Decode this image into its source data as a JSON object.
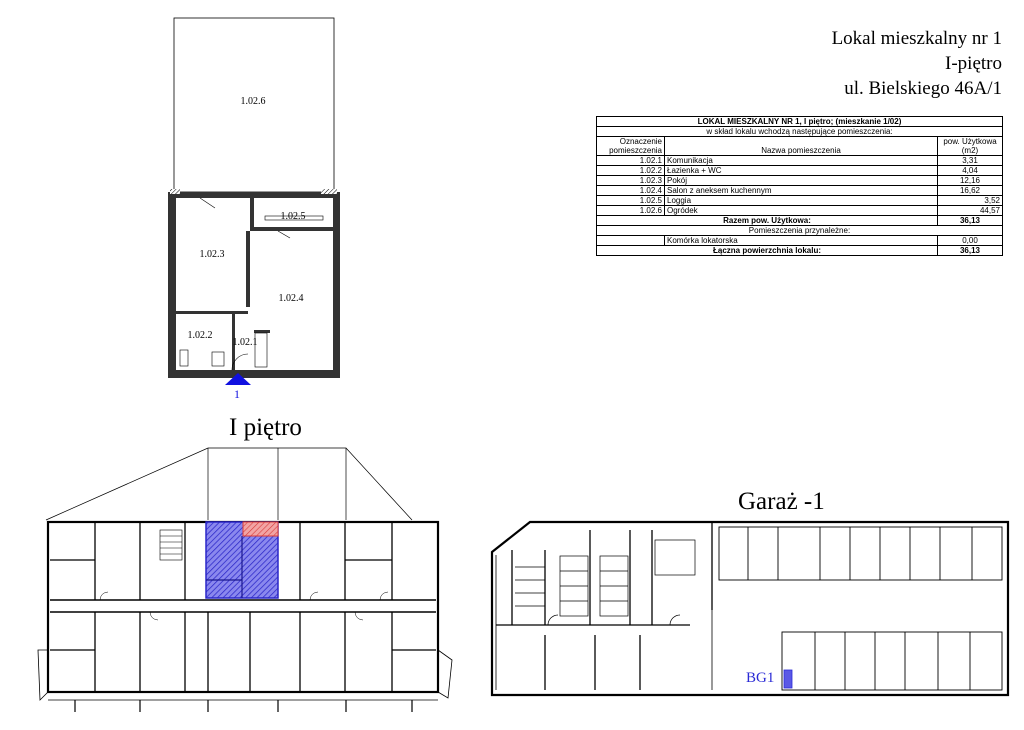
{
  "header": {
    "line1": "Lokal mieszkalny nr 1",
    "line2": "I-piętro",
    "line3": "ul. Bielskiego 46A/1"
  },
  "table": {
    "title": "LOKAL MIESZKALNY NR 1, I piętro; (mieszkanie 1/02)",
    "subtitle": "w skład lokalu wchodzą następujące pomieszczenia:",
    "col1_line1": "Oznaczenie",
    "col1_line2": "pomieszczenia",
    "col2": "Nazwa pomieszczenia",
    "col3_line1": "pow. Użytkowa",
    "col3_line2": "(m2)",
    "rows": [
      {
        "id": "1.02.1",
        "name": "Komunikacja",
        "area": "3,31"
      },
      {
        "id": "1.02.2",
        "name": "Łazienka + WC",
        "area": "4,04"
      },
      {
        "id": "1.02.3",
        "name": "Pokój",
        "area": "12,16"
      },
      {
        "id": "1.02.4",
        "name": "Salon z aneksem kuchennym",
        "area": "16,62"
      },
      {
        "id": "1.02.5",
        "name": "Loggia",
        "area": "3,52"
      },
      {
        "id": "1.02.6",
        "name": "Ogródek",
        "area": "44,57"
      }
    ],
    "total_label": "Razem pow. Użytkowa:",
    "total_value": "36,13",
    "aux_header": "Pomieszczenia przynależne:",
    "aux_name": "Komórka lokatorska",
    "aux_value": "0,00",
    "grand_label": "Łączna powierzchnia lokalu:",
    "grand_value": "36,13"
  },
  "plan": {
    "room_6": "1.02.6",
    "room_5": "1.02.5",
    "room_3": "1.02.3",
    "room_4": "1.02.4",
    "room_2": "1.02.2",
    "room_1": "1.02.1",
    "entrance": "1"
  },
  "floor_label": "I piętro",
  "garage_label": "Garaż -1",
  "garage_unit": "BG1",
  "colors": {
    "apartment": "#3a37d6",
    "loggia": "#e05050",
    "entrance_marker": "#1010e0",
    "garage_unit": "#2b2bd6"
  }
}
